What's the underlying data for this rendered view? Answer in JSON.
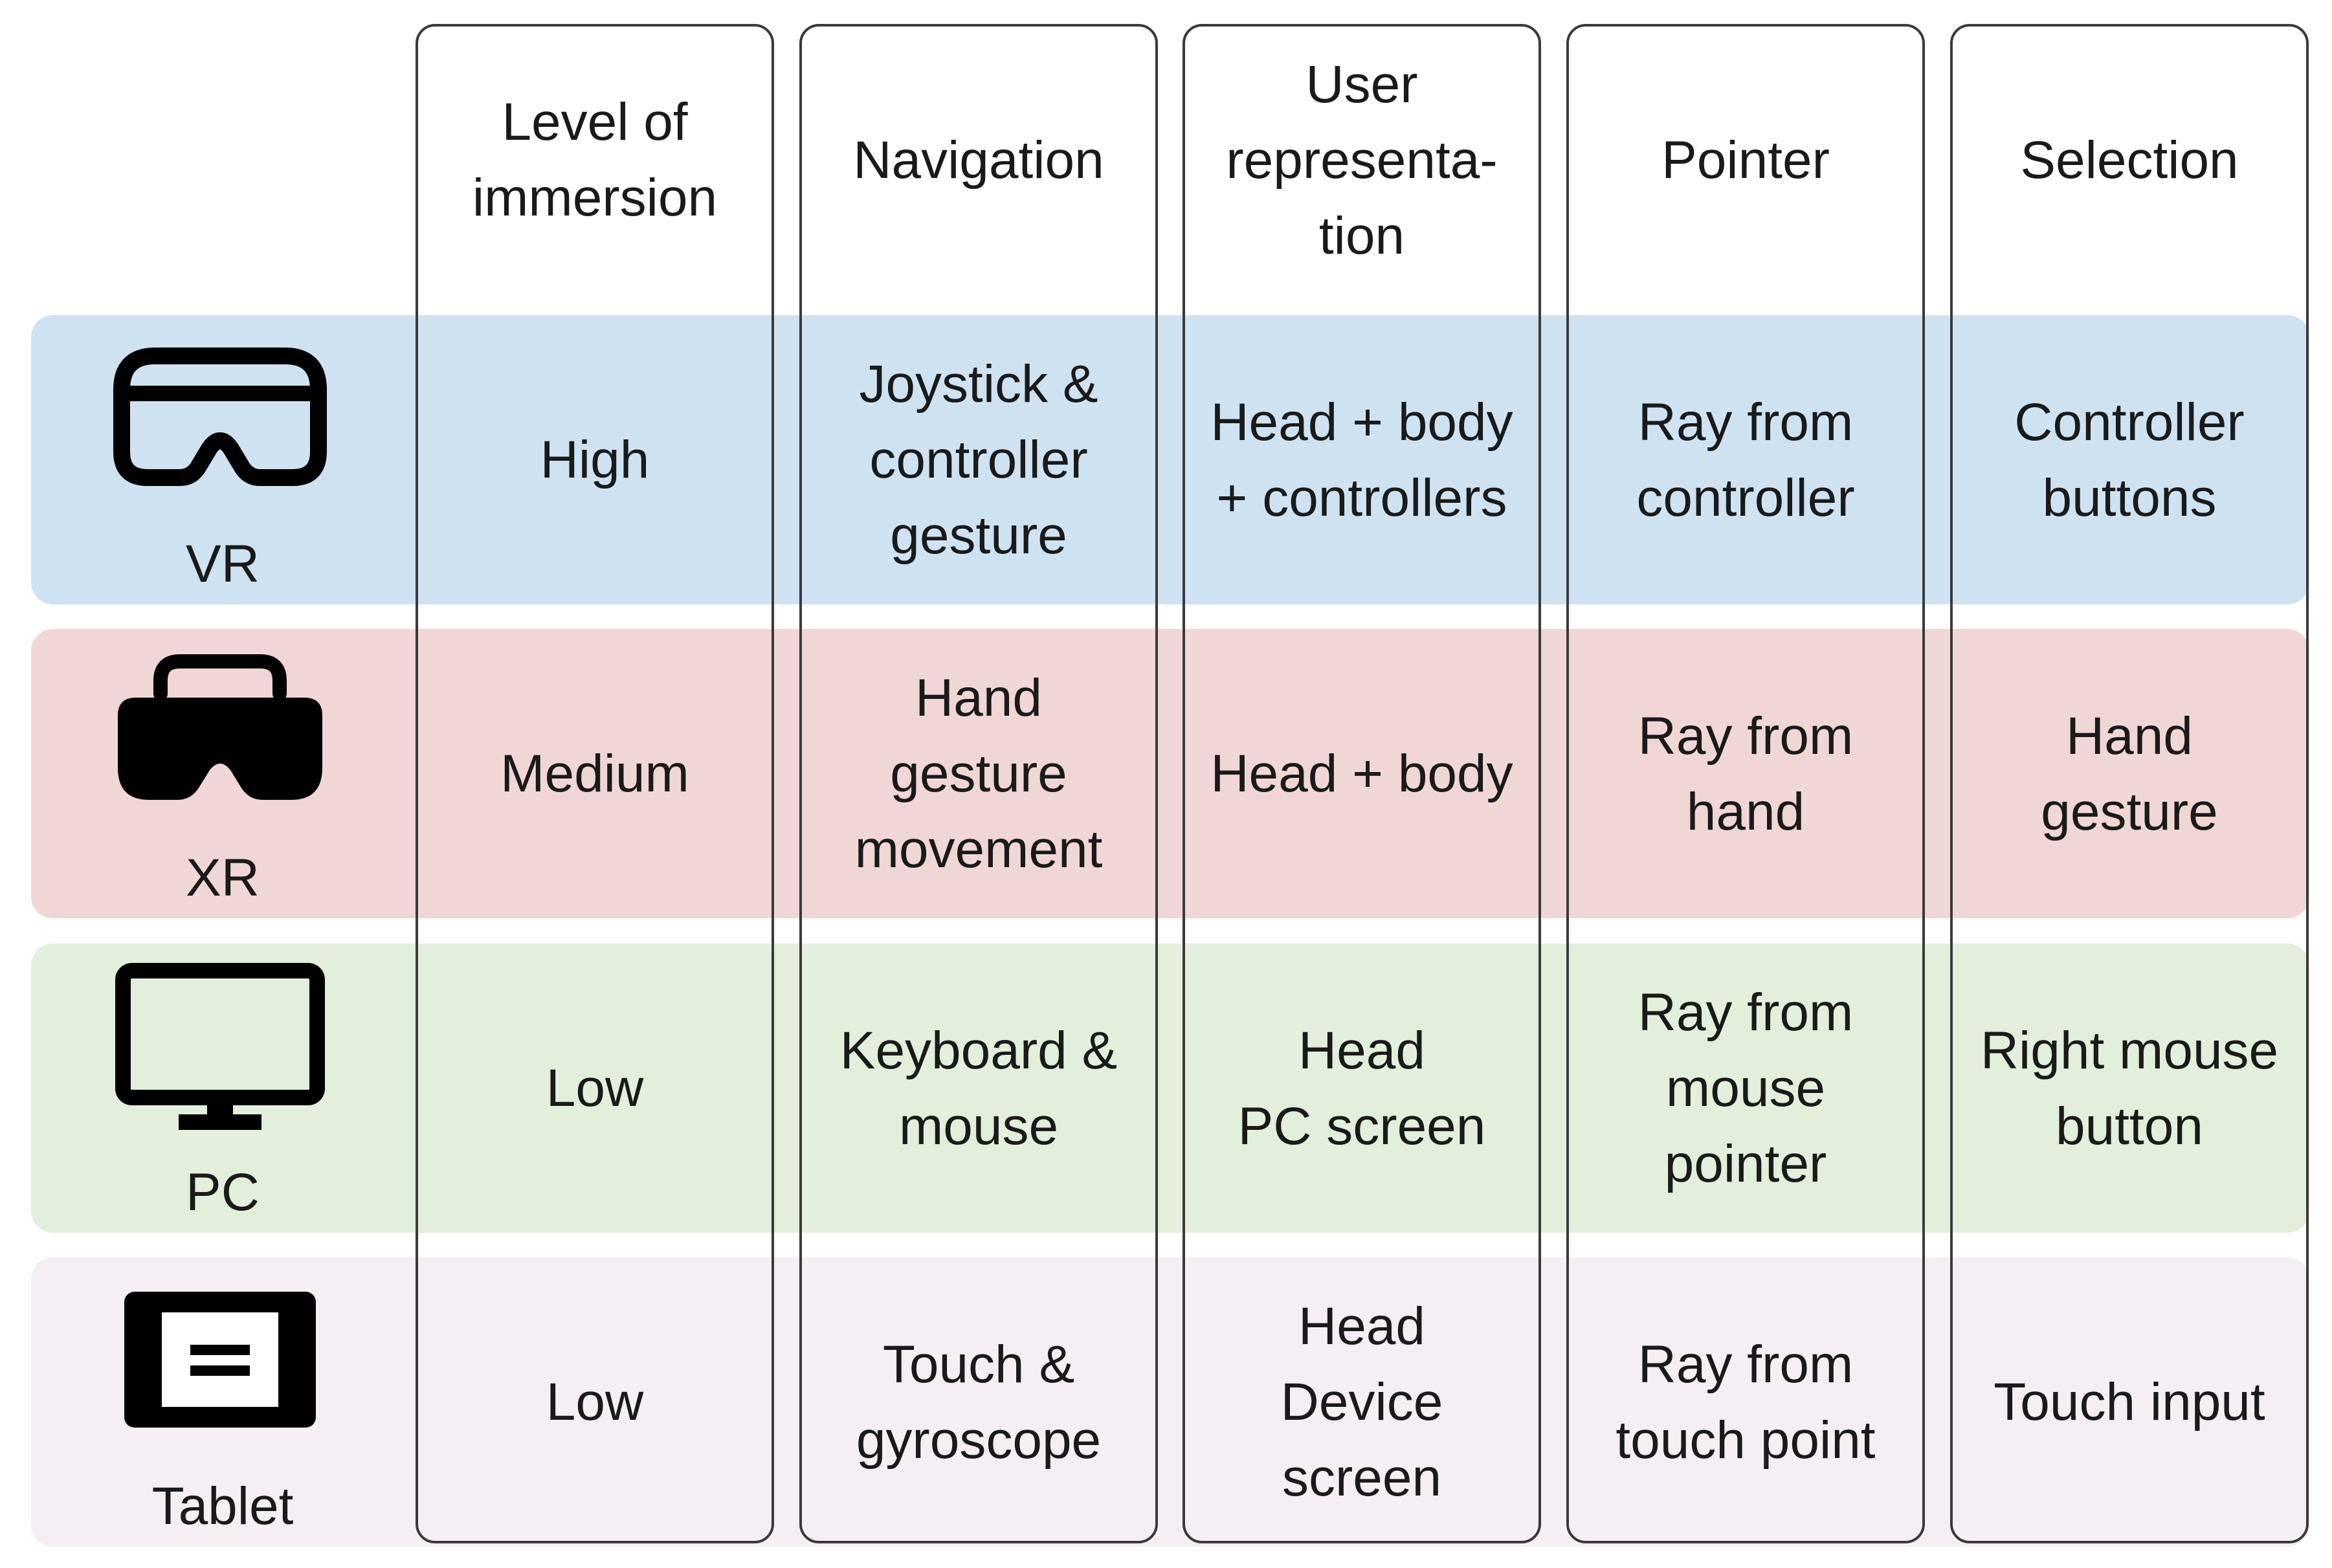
{
  "headers": {
    "immersion": "Level of\nimmersion",
    "navigation": "Navigation",
    "user_representation": "User\nrepresenta-\ntion",
    "pointer": "Pointer",
    "selection": "Selection"
  },
  "rows": [
    {
      "device": "VR",
      "icon": "vr-headset-icon",
      "color": "#cfe2f1",
      "immersion": "High",
      "navigation": "Joystick &\ncontroller\ngesture",
      "user_representation": "Head + body\n+ controllers",
      "pointer": "Ray from\ncontroller",
      "selection": "Controller\nbuttons"
    },
    {
      "device": "XR",
      "icon": "xr-headset-icon",
      "color": "#f0d6d5",
      "immersion": "Medium",
      "navigation": "Hand\ngesture\nmovement",
      "user_representation": "Head + body",
      "pointer": "Ray from\nhand",
      "selection": "Hand\ngesture"
    },
    {
      "device": "PC",
      "icon": "monitor-icon",
      "color": "#e1efdb",
      "immersion": "Low",
      "navigation": "Keyboard &\nmouse",
      "user_representation": "Head\nPC screen",
      "pointer": "Ray from\nmouse\npointer",
      "selection": "Right mouse\nbutton"
    },
    {
      "device": "Tablet",
      "icon": "tablet-icon",
      "color": "#f5eef5",
      "immersion": "Low",
      "navigation": "Touch &\ngyroscope",
      "user_representation": "Head\nDevice\nscreen",
      "pointer": "Ray from\ntouch point",
      "selection": "Touch input"
    }
  ]
}
